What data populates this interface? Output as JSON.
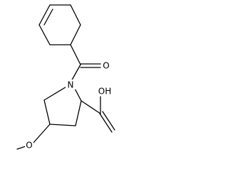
{
  "diagram": {
    "type": "skeletal-structure",
    "atom_labels": {
      "nitrogen": "N",
      "carbonyl_oxygen": "O",
      "hydroxyl": "OH",
      "methoxy_oxygen": "O"
    },
    "colors": {
      "bond": "#000000",
      "background": "#ffffff"
    }
  }
}
